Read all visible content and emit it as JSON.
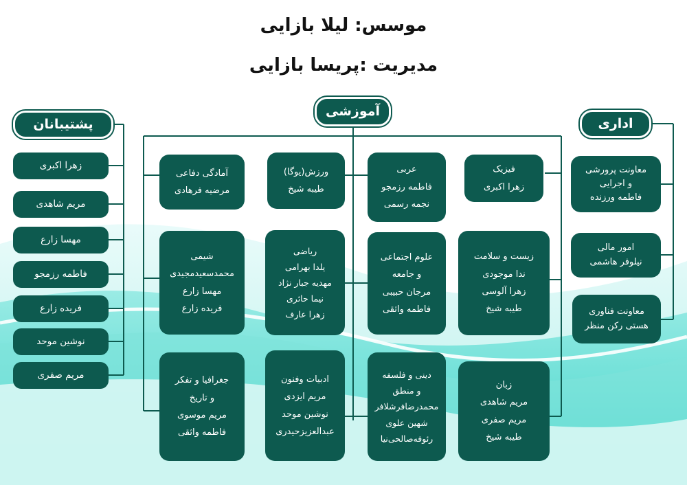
{
  "titles": {
    "founder": "موسس: لیلا بازایی",
    "management": "مدیریت :پریسا بازایی"
  },
  "headers": {
    "education": "آموزشی",
    "administrative": "اداری",
    "support": "پشتیبانان"
  },
  "departments": {
    "physics": [
      "فیزیک",
      "زهرا اکبری"
    ],
    "arabic": [
      "عربی",
      "فاطمه رزمجو",
      "نجمه رسمی"
    ],
    "sport": [
      "ورزش(یوگا)",
      "طیبه شیخ"
    ],
    "defense": [
      "آمادگی دفاعی",
      "مرضیه فرهادی"
    ],
    "biology": [
      "زیست و سلامت",
      "ندا موجودی",
      "زهرا آلوسی",
      "طیبه شیخ"
    ],
    "social": [
      "علوم اجتماعی",
      "و جامعه",
      "مرجان حبیبی",
      "فاطمه واثقی"
    ],
    "math": [
      "ریاضی",
      "یلدا بهرامی",
      "مهدیه جبار نژاد",
      "نیما حائری",
      "زهرا عارف"
    ],
    "chemistry": [
      "شیمی",
      "محمدسعیدمجیدی",
      "مهسا زارع",
      "فریده زارع"
    ],
    "language": [
      "زبان",
      "مریم شاهدی",
      "مریم صفری",
      "طیبه شیخ"
    ],
    "religion": [
      "دینی و فلسفه",
      "و منطق",
      "محمدرضافرشلافر",
      "شهین علوی",
      "رئوفه‌صالحی‌نیا"
    ],
    "literature": [
      "ادبیات وفنون",
      "مریم ایزدی",
      "نوشین موحد",
      "عبدالعزیزحیدری"
    ],
    "geography": [
      "جغرافیا و تفکر",
      "و تاریخ",
      "مریم موسوی",
      "فاطمه واثقی"
    ]
  },
  "admin": {
    "education_deputy": [
      "معاونت پرورشی",
      "و اجرایی",
      "فاطمه ورزنده"
    ],
    "finance": [
      "امور مالی",
      "نیلوفر هاشمی"
    ],
    "tech_deputy": [
      "معاونت فناوری",
      "هستی رکن منظر"
    ]
  },
  "support": [
    "زهرا اکبری",
    "مریم شاهدی",
    "مهسا زارع",
    "فاطمه رزمجو",
    "فریده زارع",
    "نوشین موحد",
    "مریم صفری"
  ],
  "colors": {
    "box": "#0d5a4f",
    "line": "#0d5a4f",
    "wave_dark": "#2ad0c4",
    "wave_light": "#bff3ef"
  }
}
